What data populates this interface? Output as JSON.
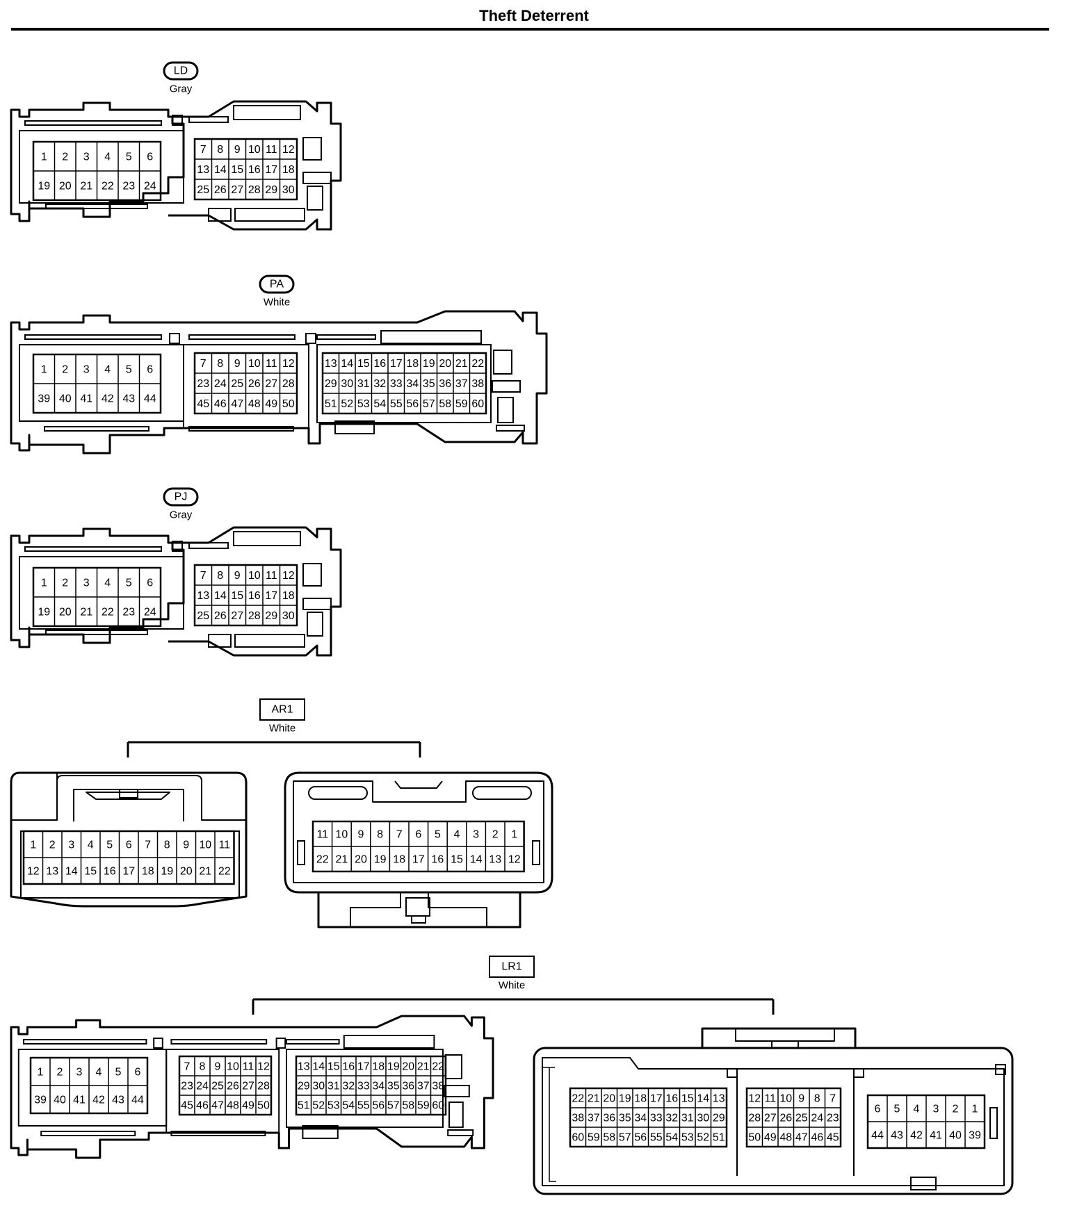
{
  "page": {
    "title": "Theft Deterrent"
  },
  "connectors": [
    {
      "id": "ld",
      "code": "LD",
      "color": "Gray",
      "cells": [
        {
          "from": 1,
          "to": 6,
          "step": 1
        },
        {
          "from": 19,
          "to": 24,
          "step": 1
        },
        {
          "from": 7,
          "to": 12,
          "step": 1
        },
        {
          "from": 13,
          "to": 18,
          "step": 1
        },
        {
          "from": 25,
          "to": 30,
          "step": 1
        }
      ]
    },
    {
      "id": "pa",
      "code": "PA",
      "color": "White",
      "cells": [
        {
          "from": 1,
          "to": 6,
          "step": 1
        },
        {
          "from": 39,
          "to": 44,
          "step": 1
        },
        {
          "from": 7,
          "to": 12,
          "step": 1
        },
        {
          "from": 23,
          "to": 28,
          "step": 1
        },
        {
          "from": 45,
          "to": 50,
          "step": 1
        },
        {
          "from": 13,
          "to": 22,
          "step": 1
        },
        {
          "from": 29,
          "to": 38,
          "step": 1
        },
        {
          "from": 51,
          "to": 60,
          "step": 1
        }
      ]
    },
    {
      "id": "pj",
      "code": "PJ",
      "color": "Gray",
      "cells": [
        {
          "from": 1,
          "to": 6,
          "step": 1
        },
        {
          "from": 19,
          "to": 24,
          "step": 1
        },
        {
          "from": 7,
          "to": 12,
          "step": 1
        },
        {
          "from": 13,
          "to": 18,
          "step": 1
        },
        {
          "from": 25,
          "to": 30,
          "step": 1
        }
      ]
    },
    {
      "id": "ar1",
      "code": "AR1",
      "color": "White",
      "cells": [
        {
          "from": 1,
          "to": 11,
          "step": 1
        },
        {
          "from": 12,
          "to": 22,
          "step": 1
        },
        {
          "from": 11,
          "to": 1,
          "step": -1
        },
        {
          "from": 22,
          "to": 12,
          "step": -1
        }
      ]
    },
    {
      "id": "lr1",
      "code": "LR1",
      "color": "White",
      "cells": [
        {
          "from": 1,
          "to": 6,
          "step": 1
        },
        {
          "from": 39,
          "to": 44,
          "step": 1
        },
        {
          "from": 7,
          "to": 12,
          "step": 1
        },
        {
          "from": 23,
          "to": 28,
          "step": 1
        },
        {
          "from": 45,
          "to": 50,
          "step": 1
        },
        {
          "from": 13,
          "to": 22,
          "step": 1
        },
        {
          "from": 29,
          "to": 38,
          "step": 1
        },
        {
          "from": 51,
          "to": 60,
          "step": 1
        },
        {
          "from": 22,
          "to": 13,
          "step": -1
        },
        {
          "from": 38,
          "to": 29,
          "step": -1
        },
        {
          "from": 60,
          "to": 51,
          "step": -1
        },
        {
          "from": 12,
          "to": 7,
          "step": -1
        },
        {
          "from": 28,
          "to": 23,
          "step": -1
        },
        {
          "from": 50,
          "to": 45,
          "step": -1
        },
        {
          "from": 6,
          "to": 1,
          "step": -1
        },
        {
          "from": 44,
          "to": 39,
          "step": -1
        }
      ]
    }
  ]
}
